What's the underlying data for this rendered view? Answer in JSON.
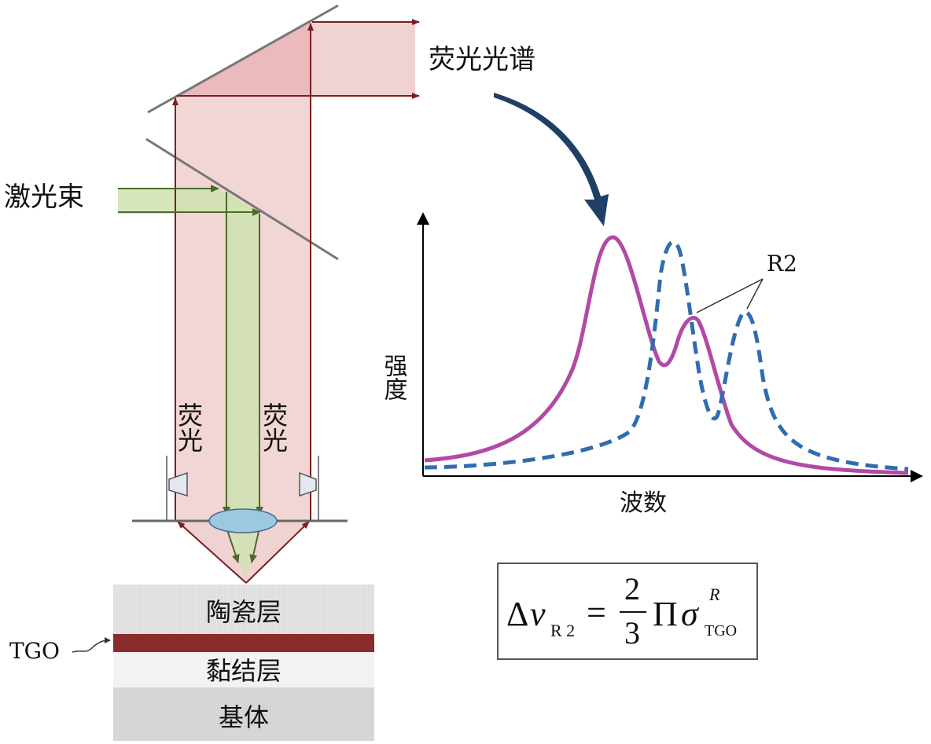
{
  "labels": {
    "fluorescence_spectrum": "荧光光谱",
    "laser_beam": "激光束",
    "fluorescence": "荧光",
    "ceramic_layer": "陶瓷层",
    "tgo": "TGO",
    "bond_coat": "黏结层",
    "substrate": "基体"
  },
  "plot": {
    "y_label": "强度",
    "x_label": "波数",
    "peak_annotation": "R2"
  },
  "formula": {
    "delta": "Δ",
    "nu": "v",
    "nu_sub": "R 2",
    "equals": "=",
    "frac_num": "2",
    "frac_den": "3",
    "pi": "Π",
    "sigma": "σ",
    "sigma_sup": "R",
    "sigma_sub": "TGO"
  },
  "colors": {
    "fluorescence_beam": "#e8b4b4",
    "laser_beam": "#cfe3b0",
    "arrow_red": "#7a1f1f",
    "arrow_green": "#4a6b2a",
    "curve_magenta": "#b04aa6",
    "curve_blue_dashed": "#2f6db0",
    "big_arrow": "#1e3f66",
    "tgo_layer": "#8b2b2b"
  }
}
